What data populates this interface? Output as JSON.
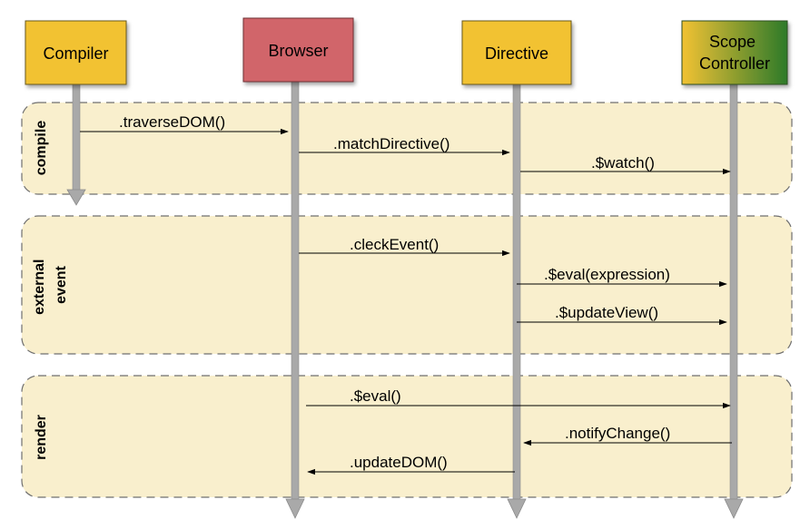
{
  "actors": [
    {
      "id": "compiler",
      "label": "Compiler",
      "label_lines": [
        "Compiler"
      ],
      "fill": "#f2c233"
    },
    {
      "id": "browser",
      "label": "Browser",
      "label_lines": [
        "Browser"
      ],
      "fill": "#d1656b"
    },
    {
      "id": "directive",
      "label": "Directive",
      "label_lines": [
        "Directive"
      ],
      "fill": "#f2c233"
    },
    {
      "id": "scope",
      "label": "Scope Controller",
      "label_lines": [
        "Scope",
        "Controller"
      ],
      "gradient": [
        "#f2c233",
        "#2d7a2b"
      ]
    }
  ],
  "phases": [
    {
      "id": "compile",
      "label": "compile",
      "label_lines": [
        "compile"
      ]
    },
    {
      "id": "external-event",
      "label": "external event",
      "label_lines": [
        "external",
        "event"
      ]
    },
    {
      "id": "render",
      "label": "render",
      "label_lines": [
        "render"
      ]
    }
  ],
  "messages": [
    {
      "id": "traverse-dom",
      "label": ".traverseDOM()",
      "from": "compiler",
      "to": "browser",
      "phase": "compile"
    },
    {
      "id": "match-directive",
      "label": ".matchDirective()",
      "from": "browser",
      "to": "directive",
      "phase": "compile"
    },
    {
      "id": "watch",
      "label": ".$watch()",
      "from": "directive",
      "to": "scope",
      "phase": "compile"
    },
    {
      "id": "check-event",
      "label": ".cleckEvent()",
      "from": "browser",
      "to": "directive",
      "phase": "external-event"
    },
    {
      "id": "eval-expression",
      "label": ".$eval(expression)",
      "from": "directive",
      "to": "scope",
      "phase": "external-event"
    },
    {
      "id": "update-view",
      "label": ".$updateView()",
      "from": "directive",
      "to": "scope",
      "phase": "external-event"
    },
    {
      "id": "eval",
      "label": ".$eval()",
      "from": "browser",
      "to": "scope",
      "phase": "render"
    },
    {
      "id": "notify-change",
      "label": ".notifyChange()",
      "from": "scope",
      "to": "directive",
      "phase": "render"
    },
    {
      "id": "update-dom",
      "label": ".updateDOM()",
      "from": "directive",
      "to": "browser",
      "phase": "render"
    }
  ],
  "colors": {
    "phase_fill": "#f9efcd",
    "phase_stroke": "#6f6f6f",
    "lifeline": "#a9a9a9",
    "arrow": "#000000",
    "text": "#000000"
  }
}
